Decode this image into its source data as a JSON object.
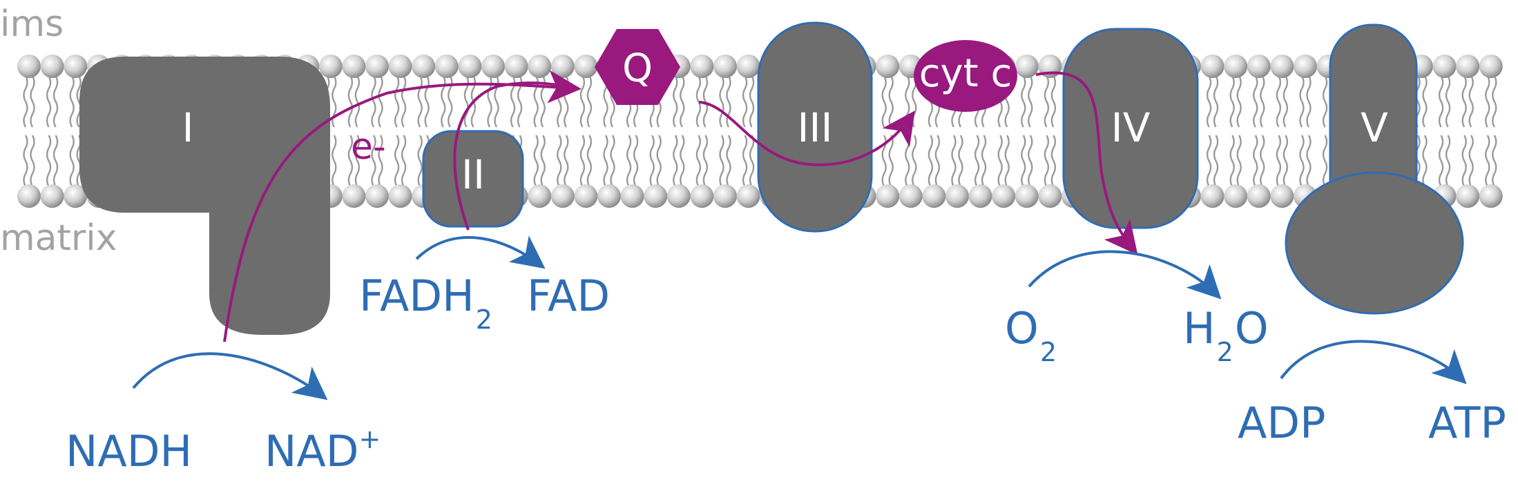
{
  "regions": {
    "ims": "ims",
    "matrix": "matrix"
  },
  "complexes": {
    "complex_1": "I",
    "complex_2": "II",
    "complex_3": "III",
    "complex_4": "IV",
    "complex_5": "V"
  },
  "carriers": {
    "quinone": "Q",
    "cytochrome_c": "cyt c"
  },
  "electron_label": "e-",
  "reactions": {
    "nadh": {
      "substrate": "NADH",
      "product_base": "NAD",
      "product_sup": "+"
    },
    "fadh2": {
      "substrate_base": "FADH",
      "substrate_sub": "2",
      "product": "FAD"
    },
    "oxygen": {
      "substrate_base": "O",
      "substrate_sub": "2",
      "product_pre": "H",
      "product_sub": "2",
      "product_post": "O"
    },
    "atp": {
      "substrate": "ADP",
      "product": "ATP"
    }
  },
  "colors": {
    "protein_fill": "#6d6d6d",
    "protein_outline": "#2e6db4",
    "electron_path": "#99197f",
    "reaction_text": "#2e6db4",
    "region_text": "#a3a3a3",
    "lipid_head": "#c8c8c8",
    "lipid_tail": "#9a9a9a"
  }
}
